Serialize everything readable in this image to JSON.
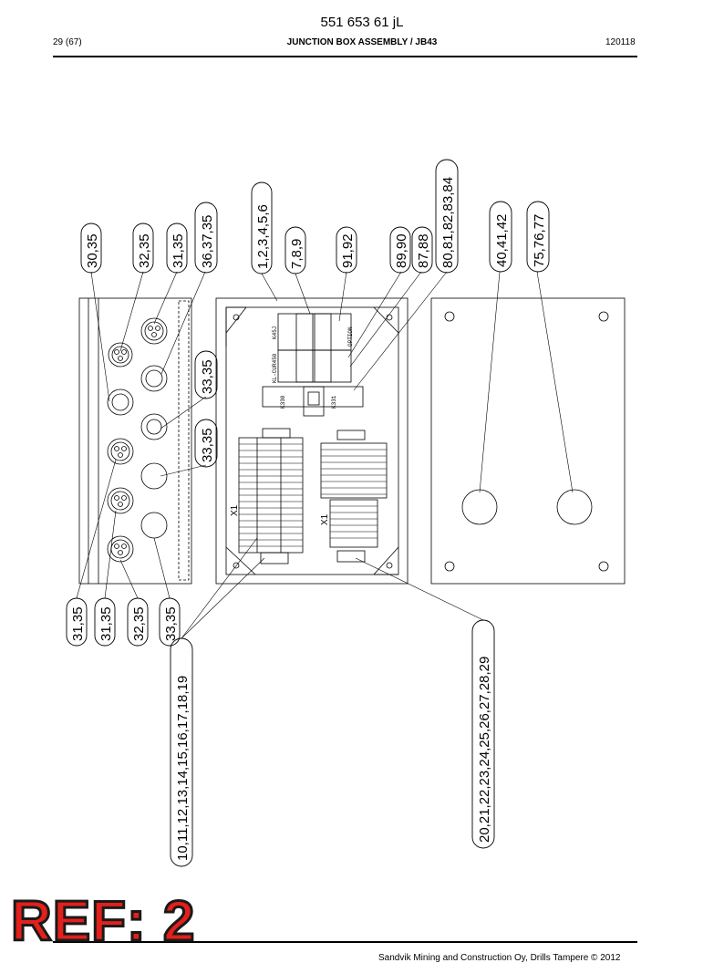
{
  "header": {
    "doc_number": "551 653 61 jL",
    "page": "29 (67)",
    "title": "JUNCTION BOX ASSEMBLY / JB43",
    "date": "120118"
  },
  "footer": {
    "copyright": "Sandvik Mining and Construction Oy, Drills Tampere © 2012",
    "ref_stamp": "REF: 2"
  },
  "callouts": {
    "c1": "30,35",
    "c2": "32,35",
    "c3": "31,35",
    "c4": "36,37,35",
    "c5": "1,2,3,4,5,6",
    "c6": "7,8,9",
    "c7": "91,92",
    "c8": "89,90",
    "c9": "87,88",
    "c10": "80,81,82,83,84",
    "c11": "40,41,42",
    "c12": "75,76,77",
    "c13": "33,35",
    "c14": "33,35",
    "c15": "31,35",
    "c16": "31,35",
    "c17": "32,35",
    "c18": "33,35",
    "c19": "10,11,12,13,14,15,16,17,18,19",
    "c20": "20,21,22,23,24,25,26,27,28,29"
  },
  "drawing_text": {
    "x1_left": "X1",
    "x1_right": "X1",
    "k_a": "K45J",
    "k_b": "KL-CUR450",
    "k_c": "K330",
    "k_d": "K331",
    "option": "OPTION"
  }
}
